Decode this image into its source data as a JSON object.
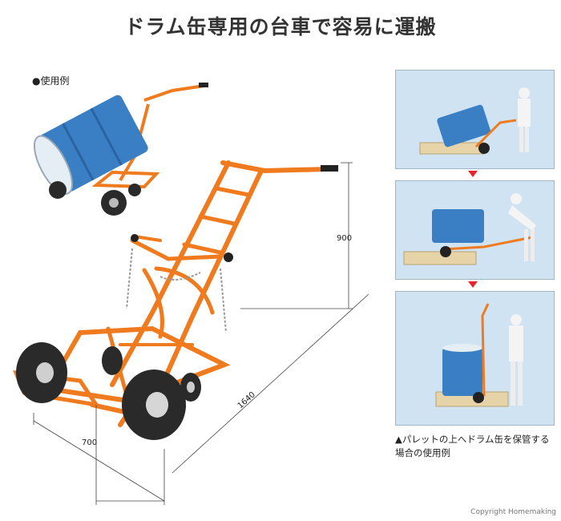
{
  "title": "ドラム缶専用の台車で容易に運搬",
  "usage_label": "●使用例",
  "dimensions": {
    "height": "900",
    "length": "1640",
    "width": "700"
  },
  "caption": {
    "line1": "▲パレットの上へドラム缶を保管する",
    "line2": "場合の使用例"
  },
  "copyright": "Copyright  Homemaking",
  "colors": {
    "frame": "#f07a1e",
    "drum": "#3a7fc4",
    "tire": "#2a2a2a",
    "arrow": "#e8262a"
  }
}
